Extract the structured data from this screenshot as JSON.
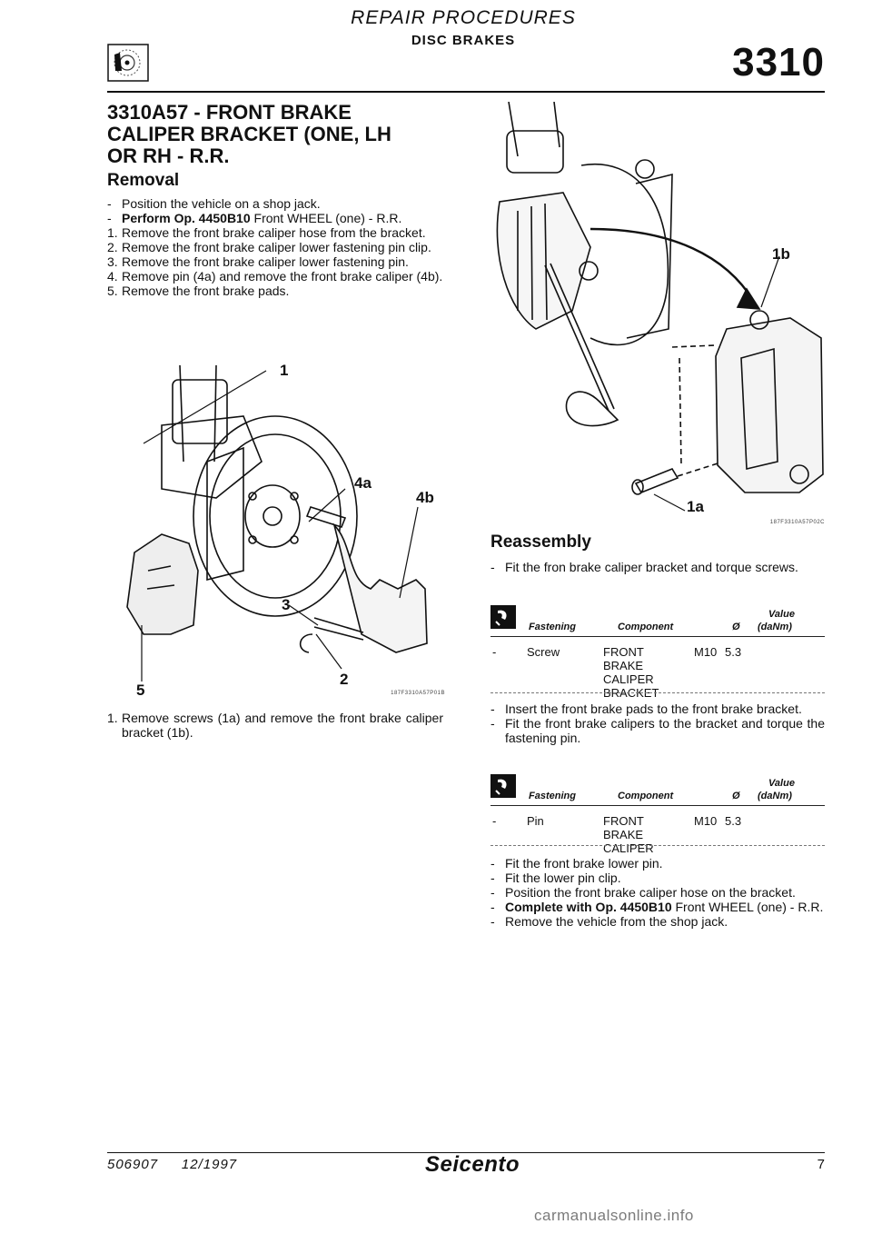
{
  "header": {
    "title": "REPAIR PROCEDURES",
    "subtitle": "DISC BRAKES",
    "section_code": "3310",
    "icon": "brake-disc-icon"
  },
  "operation": {
    "title_line1": "3310A57 - FRONT BRAKE",
    "title_line2": "CALIPER BRACKET (ONE, LH",
    "title_line3": "OR RH - R.R."
  },
  "removal": {
    "heading": "Removal",
    "steps": [
      {
        "mark": "-",
        "text": "Position the vehicle on a shop jack."
      },
      {
        "mark": "-",
        "bold": "Perform Op. 4450B10",
        "text": " Front WHEEL (one) - R.R."
      },
      {
        "mark": "1.",
        "text": "Remove the front brake caliper hose from the bracket."
      },
      {
        "mark": "2.",
        "text": "Remove the front brake caliper lower fastening pin clip."
      },
      {
        "mark": "3.",
        "text": "Remove the front brake caliper lower fastening pin."
      },
      {
        "mark": "4.",
        "text": "Remove pin (4a) and remove the front brake caliper (4b)."
      },
      {
        "mark": "5.",
        "text": "Remove the front brake pads."
      }
    ],
    "figure1": {
      "labels": {
        "l1": "1",
        "l4a": "4a",
        "l4b": "4b",
        "l3": "3",
        "l5": "5",
        "l2": "2"
      },
      "code": "187F3310A57P01B"
    },
    "step_after": {
      "mark": "1.",
      "text": "Remove screws (1a) and remove the front brake caliper bracket (1b)."
    }
  },
  "figure2": {
    "labels": {
      "l1b": "1b",
      "l1a": "1a"
    },
    "code": "187F3310A57P02C"
  },
  "reassembly": {
    "heading": "Reassembly",
    "intro": {
      "mark": "-",
      "text": "Fit the fron brake caliper bracket and torque screws."
    },
    "table1": {
      "icon": "torque-wrench-icon",
      "headers": {
        "fastening": "Fastening",
        "component": "Component",
        "dia": "Ø",
        "value_top": "Value",
        "value_bottom": "(daNm)"
      },
      "row": {
        "dash": "-",
        "fastening": "Screw",
        "component": "FRONT BRAKE CALIPER BRACKET",
        "dia": "M10",
        "value": "5.3"
      }
    },
    "mid_steps": [
      {
        "mark": "-",
        "text": "Insert the front brake pads to the front brake bracket."
      },
      {
        "mark": "-",
        "text": "Fit the front brake calipers to the bracket and torque the fastening pin."
      }
    ],
    "table2": {
      "icon": "torque-wrench-icon",
      "headers": {
        "fastening": "Fastening",
        "component": "Component",
        "dia": "Ø",
        "value_top": "Value",
        "value_bottom": "(daNm)"
      },
      "row": {
        "dash": "-",
        "fastening": "Pin",
        "component": "FRONT BRAKE CALIPER",
        "dia": "M10",
        "value": "5.3"
      }
    },
    "final_steps": [
      {
        "mark": "-",
        "text": "Fit the front brake lower pin."
      },
      {
        "mark": "-",
        "text": "Fit the lower pin clip."
      },
      {
        "mark": "-",
        "text": "Position the front brake caliper hose on the bracket."
      },
      {
        "mark": "-",
        "bold": "Complete with Op. 4450B10",
        "text": " Front WHEEL (one) - R.R."
      },
      {
        "mark": "-",
        "text": "Remove the vehicle from the shop jack."
      }
    ]
  },
  "footer": {
    "doc_no": "506907",
    "date": "12/1997",
    "brand": "Seicento",
    "page": "7"
  },
  "watermark": "carmanualsonline.info"
}
